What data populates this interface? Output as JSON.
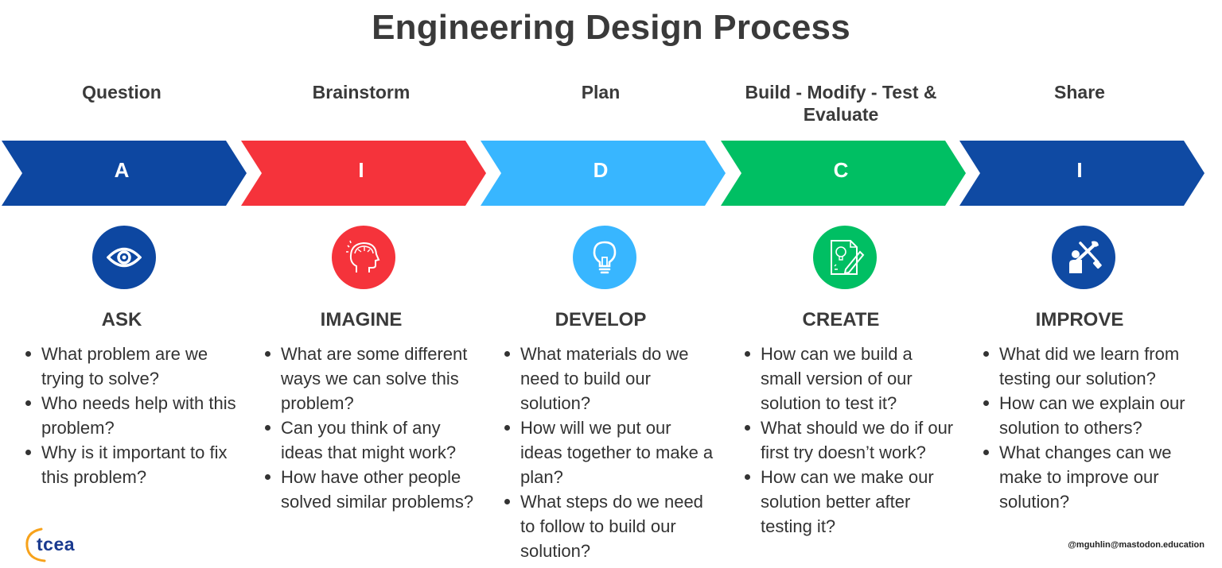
{
  "title": "Engineering Design Process",
  "steps": [
    {
      "phase": "Question",
      "letter": "A",
      "name": "ASK",
      "color": "#0d47a1",
      "icon": "eye-icon",
      "questions": [
        "What problem are we trying to solve?",
        "Who needs help with this problem?",
        "Why is it important to fix this problem?"
      ]
    },
    {
      "phase": "Brainstorm",
      "letter": "I",
      "name": "IMAGINE",
      "color": "#f5333b",
      "icon": "head-idea-icon",
      "questions": [
        "What are some different ways we can solve this problem?",
        "Can you think of any ideas that might work?",
        "How have other people solved similar problems?"
      ]
    },
    {
      "phase": "Plan",
      "letter": "D",
      "name": "DEVELOP",
      "color": "#38b6ff",
      "icon": "lightbulb-icon",
      "questions": [
        "What materials do we need to build our solution?",
        "How will we put our ideas together to make a plan?",
        "What steps do we need to follow to build our solution?"
      ]
    },
    {
      "phase": "Build - Modify - Test & Evaluate",
      "letter": "C",
      "name": "CREATE",
      "color": "#00bf63",
      "icon": "blueprint-pencil-icon",
      "questions": [
        "How can we build a small version of our solution to test it?",
        "What should we do if our first try doesn’t work?",
        "How can we make our solution better after testing it?"
      ]
    },
    {
      "phase": "Share",
      "letter": "I",
      "name": "IMPROVE",
      "color": "#0f4aa3",
      "icon": "tools-person-icon",
      "questions": [
        "What did we learn from testing our solution?",
        "How can we explain our solution to others?",
        "What changes can we make to improve our solution?"
      ]
    }
  ],
  "logo_text": "tcea",
  "credit": "@mguhlin@mastodon.education"
}
